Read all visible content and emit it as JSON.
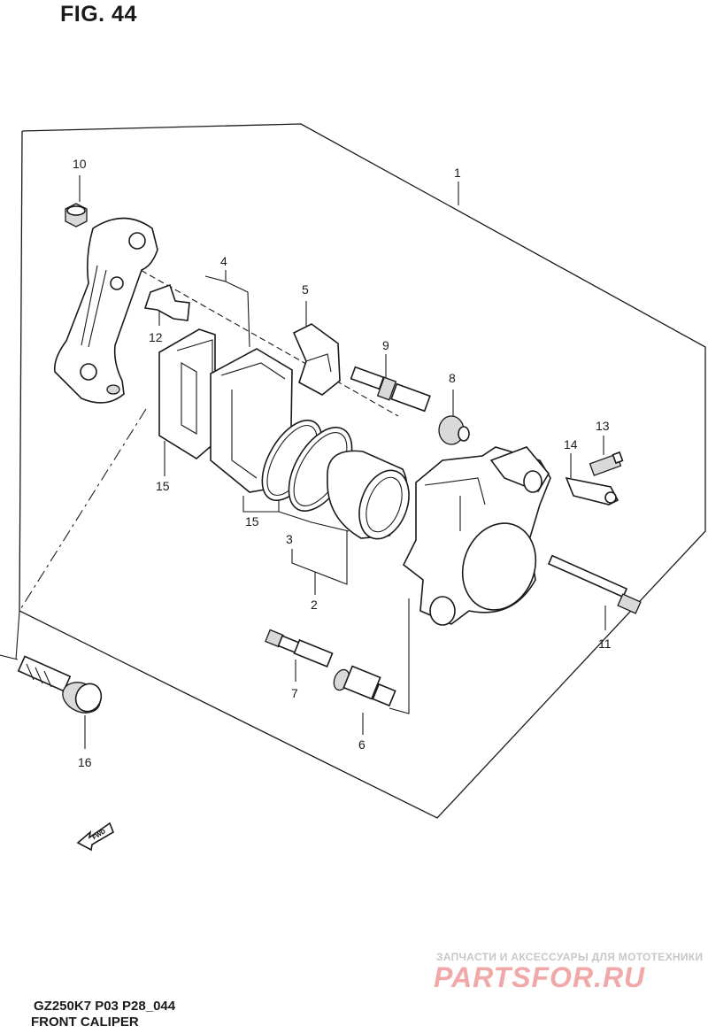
{
  "figure": {
    "title": "FIG. 44",
    "model_code": "GZ250K7 P03 P28_044",
    "caption": "FRONT CALIPER"
  },
  "callouts": [
    "10",
    "1",
    "4",
    "5",
    "12",
    "9",
    "8",
    "13",
    "14",
    "15",
    "15",
    "3",
    "2",
    "11",
    "7",
    "6",
    "16"
  ],
  "fwd_arrow": {
    "label": "FWD"
  },
  "watermark": {
    "tagline": "ЗАПЧАСТИ И АКСЕССУАРЫ ДЛЯ МОТОТЕХНИКИ",
    "logo": "PARTSFOR.RU"
  }
}
